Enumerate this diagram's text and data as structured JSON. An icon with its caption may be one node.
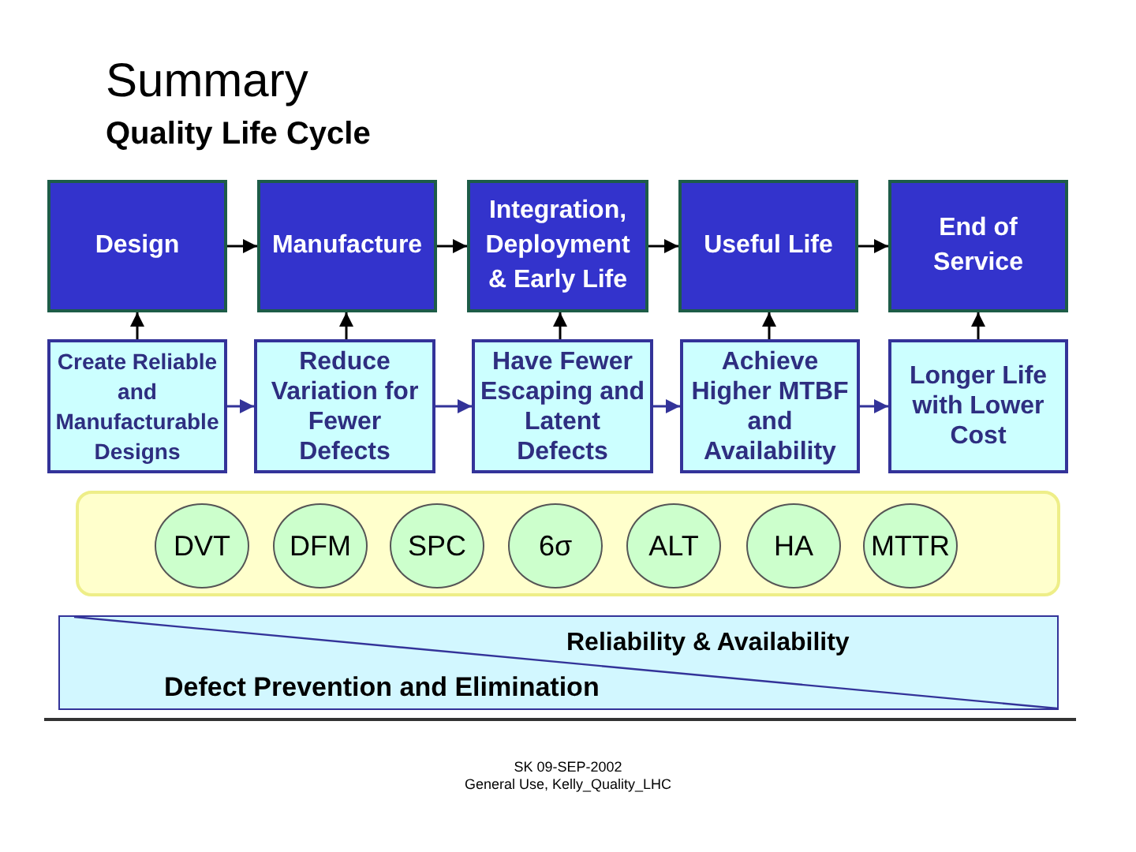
{
  "diagram": {
    "title": "Summary",
    "nodes": [
      {
        "text": [
          "Design"
        ]
      },
      {
        "text": [
          "Manufacture"
        ]
      },
      {
        "text": [
          "Integration, Deployment & Early Life"
        ]
      },
      {
        "text": [
          "Useful Life"
        ]
      },
      {
        "text": [
          "End of Service"
        ]
      },
      {
        "text": [
          "Create Reliable and Manufacturable Designs"
        ]
      },
      {
        "text": [
          "Reduce Variation for Fewer Defects"
        ]
      },
      {
        "text": [
          "Have Fewer Escaping and Latent Defects"
        ]
      },
      {
        "text": [
          "Achieve Higher MTBF and Availability"
        ]
      },
      {
        "text": [
          "Longer Life with Lower Cost"
        ]
      },
      {
        "text": [],
        "shape": "box"
      },
      {
        "text": [
          "DVT"
        ],
        "in": 10
      },
      {
        "text": [
          "DFM"
        ],
        "in": 10
      },
      {
        "text": [
          "SPC"
        ],
        "in": 10
      },
      {
        "text": [
          "6σ"
        ],
        "in": 10
      },
      {
        "text": [
          "ALT"
        ],
        "in": 10
      },
      {
        "text": [
          "HA"
        ],
        "in": 10
      },
      {
        "text": [
          "MTTR"
        ],
        "in": 10
      },
      {
        "text": [
          "Reliability & Availability",
          "Defect Prevention and Elimination"
        ]
      }
    ],
    "edges": [
      {
        "from": 0,
        "to": 1,
        "arrow": "to"
      },
      {
        "from": 1,
        "to": 2,
        "arrow": "to"
      },
      {
        "from": 2,
        "to": 3,
        "arrow": "to"
      },
      {
        "from": 3,
        "to": 4,
        "arrow": "to"
      },
      {
        "from": 5,
        "to": 0,
        "arrow": "to"
      },
      {
        "from": 6,
        "to": 1,
        "arrow": "to"
      },
      {
        "from": 7,
        "to": 2,
        "arrow": "to"
      },
      {
        "from": 8,
        "to": 3,
        "arrow": "to"
      },
      {
        "from": 9,
        "to": 4,
        "arrow": "to"
      },
      {
        "from": 5,
        "to": 6,
        "arrow": "to",
        "color": "#333399"
      },
      {
        "from": 6,
        "to": 7,
        "arrow": "to",
        "color": "#333399"
      },
      {
        "from": 7,
        "to": 8,
        "arrow": "to",
        "color": "#333399"
      },
      {
        "from": 8,
        "to": 9,
        "arrow": "to",
        "color": "#333399"
      }
    ],
    "labels": [
      "Quality Life Cycle",
      "SK 09-SEP-2002",
      "General Use, Kelly_Quality_LHC"
    ]
  }
}
